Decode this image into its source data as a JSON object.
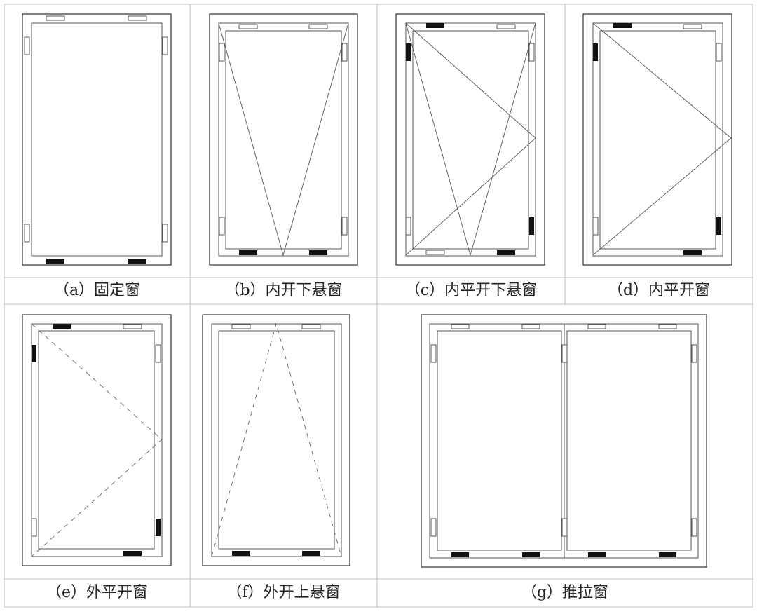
{
  "panels": [
    {
      "id": "a",
      "caption": "（a）固定窗"
    },
    {
      "id": "b",
      "caption": "（b）内开下悬窗"
    },
    {
      "id": "c",
      "caption": "（c）内平开下悬窗"
    },
    {
      "id": "d",
      "caption": "（d）内平开窗"
    },
    {
      "id": "e",
      "caption": "（e）外平开窗"
    },
    {
      "id": "f",
      "caption": "（f）外开上悬窗"
    },
    {
      "id": "g",
      "caption": "（g）推拉窗"
    }
  ]
}
